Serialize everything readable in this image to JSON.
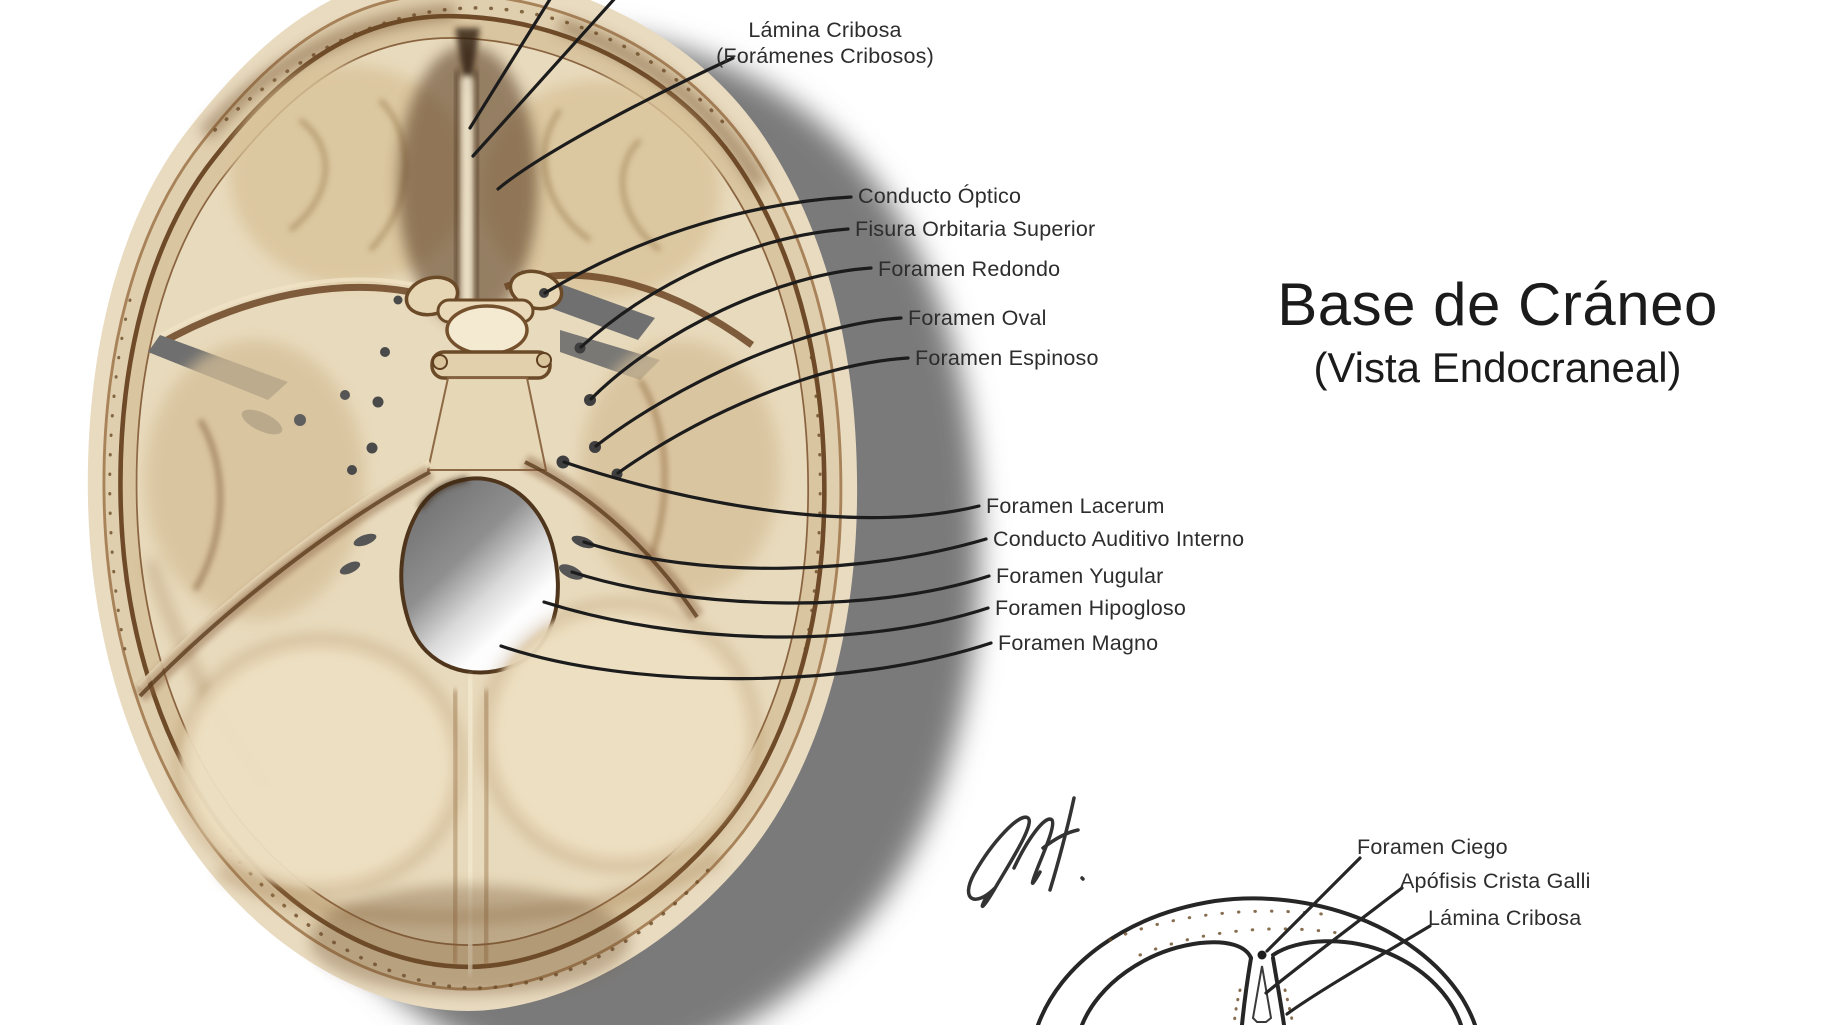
{
  "title": {
    "main": "Base de Cráneo",
    "subtitle": "(Vista Endocraneal)"
  },
  "skull_labels": {
    "lamina_cribosa": {
      "line1": "Lámina Cribosa",
      "line2": "(Forámenes Cribosos)"
    },
    "conducto_optico": "Conducto Óptico",
    "fisura_orbitaria": "Fisura Orbitaria Superior",
    "foramen_redondo": "Foramen Redondo",
    "foramen_oval": "Foramen Oval",
    "foramen_espinoso": "Foramen Espinoso",
    "foramen_lacerum": "Foramen Lacerum",
    "conducto_auditivo": "Conducto Auditivo Interno",
    "foramen_yugular": "Foramen Yugular",
    "foramen_hipogloso": "Foramen Hipogloso",
    "foramen_magno": "Foramen Magno"
  },
  "inset_labels": {
    "foramen_ciego": "Foramen Ciego",
    "apofisis_crista_galli": "Apófisis Crista Galli",
    "lamina_cribosa": "Lámina Cribosa"
  },
  "colors": {
    "background": "#ffffff",
    "text": "#2d2d2d",
    "title_text": "#1b1b1b",
    "line": "#1c1c1c",
    "bone_light": "#e9dbc0",
    "bone_mid": "#d9c5a0",
    "bone_dark": "#5a3b20",
    "shadow_gray": "#7a7a7a"
  }
}
